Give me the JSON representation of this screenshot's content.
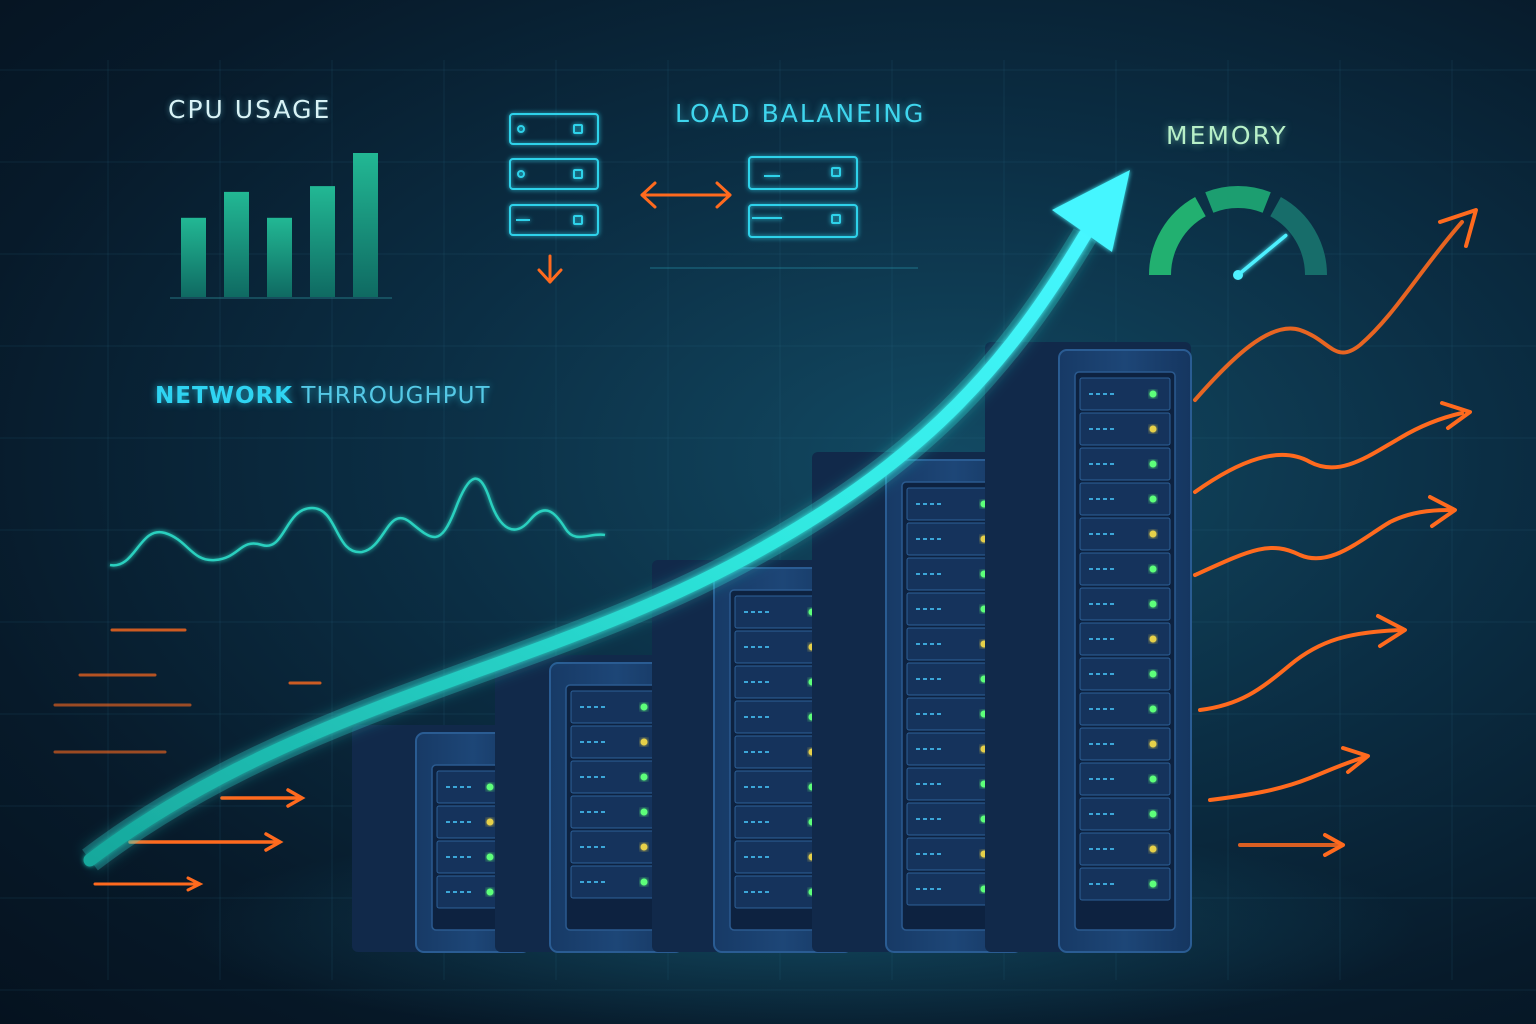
{
  "labels": {
    "cpu_usage": "CPU USAGE",
    "load_balancing": "LOAD BALANEING",
    "memory": "MEMORY",
    "network_word1": "NETWORK",
    "network_word2": "THRROUGHPUT"
  },
  "cpu_bars": [
    0.55,
    0.73,
    0.55,
    0.77,
    1.0
  ],
  "memory_gauge_level": 0.78,
  "server_rack_count": 5,
  "colors": {
    "accent_cyan": "#3ff0f0",
    "accent_orange": "#ff6a1e",
    "bar_green": "#1fa88a",
    "gauge_green": "#1f9c6a",
    "rack_body": "#1b3f6e",
    "led_green": "#5dff7a",
    "led_yellow": "#e6d04a"
  },
  "icons": [
    "server-icon",
    "double-arrow-icon",
    "down-arrow-icon",
    "growth-arrow-icon",
    "gauge-icon"
  ]
}
